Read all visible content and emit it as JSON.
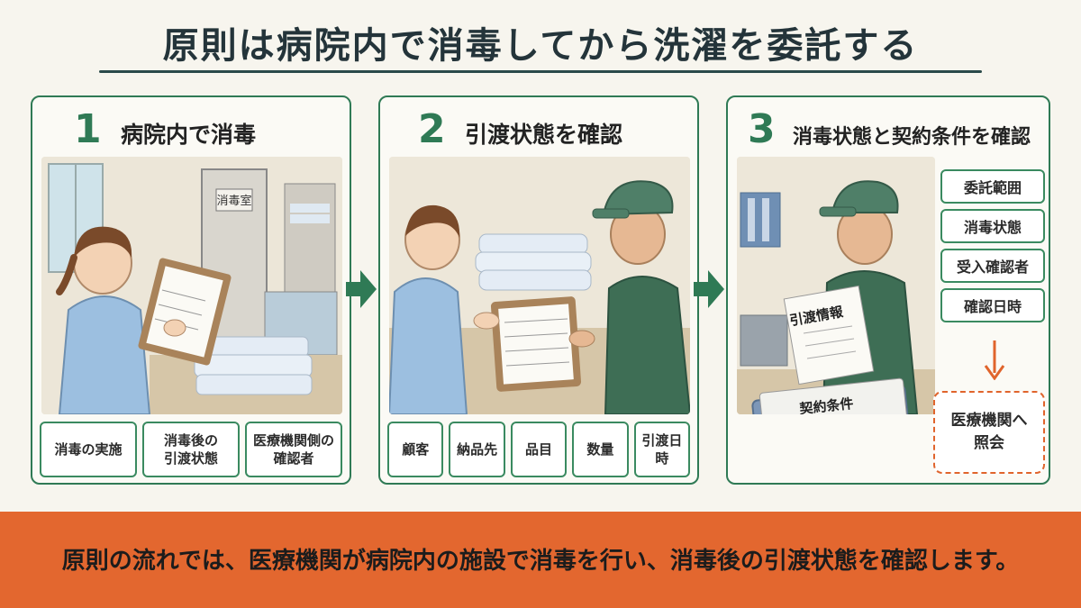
{
  "title": "原則は病院内で消毒してから洗濯を委託する",
  "steps": [
    {
      "num": "1",
      "title": "病院内で消毒",
      "room_sign": "消毒室",
      "chips": [
        "消毒の実施",
        "消毒後の\n引渡状態",
        "医療機関側の\n確認者"
      ]
    },
    {
      "num": "2",
      "title": "引渡状態を確認",
      "chips": [
        "顧客",
        "納品先",
        "品目",
        "数量",
        "引渡日時"
      ]
    },
    {
      "num": "3",
      "title": "消毒状態と契約条件を確認",
      "document_label": "引渡情報",
      "binder_label": "契約条件",
      "checklist": [
        "委託範囲",
        "消毒状態",
        "受入確認者",
        "確認日時"
      ],
      "inquiry": "医療機関へ\n照会"
    }
  ],
  "banner": "原則の流れでは、医療機関が病院内の施設で消毒を行い、消毒後の引渡状態を確認します。",
  "colors": {
    "green": "#2f7a55",
    "orange": "#e3672f",
    "title": "#24343a"
  }
}
